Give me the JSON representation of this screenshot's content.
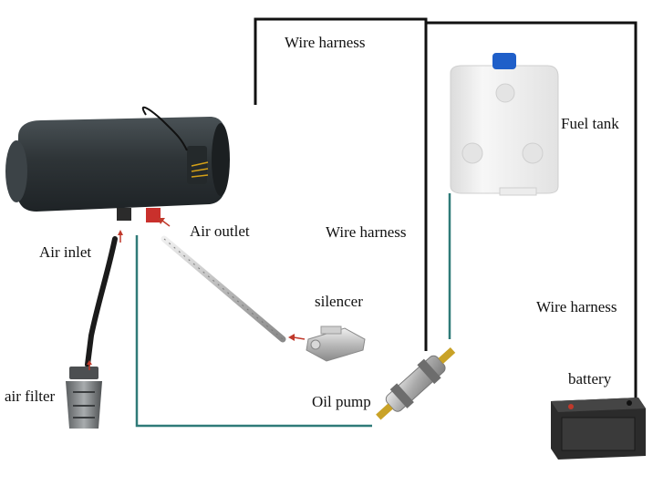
{
  "labels": {
    "wire_harness_top": "Wire harness",
    "wire_harness_mid": "Wire harness",
    "wire_harness_right": "Wire harness",
    "fuel_tank": "Fuel tank",
    "air_inlet": "Air inlet",
    "air_outlet": "Air outlet",
    "silencer": "silencer",
    "air_filter": "air filter",
    "oil_pump": "Oil pump",
    "battery": "battery"
  },
  "colors": {
    "wire": "#111111",
    "fuel_line": "#2f7a78",
    "arrow": "#c0392b",
    "heater_body": "#2e3437",
    "tank_body": "#f2f2f2",
    "tank_cap": "#1f5fc9",
    "battery_body": "#2b2b2b"
  }
}
